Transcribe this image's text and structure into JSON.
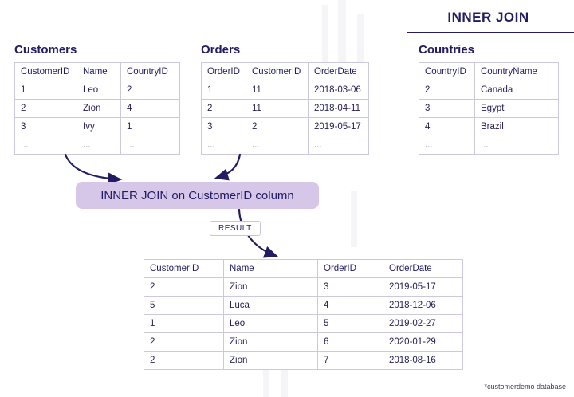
{
  "title": "INNER JOIN",
  "join_box": {
    "label": "INNER JOIN on CustomerID column"
  },
  "result_label": "RESULT",
  "footnote": "*customerdemo database",
  "colors": {
    "accent": "#211c63",
    "join_box_bg": "#d6c6e8",
    "table_border": "#cdc8de"
  },
  "tables": {
    "customers": {
      "name": "Customers",
      "headers": [
        "CustomerID",
        "Name",
        "CountryID"
      ],
      "rows": [
        [
          "1",
          "Leo",
          "2"
        ],
        [
          "2",
          "Zion",
          "4"
        ],
        [
          "3",
          "Ivy",
          "1"
        ],
        [
          "...",
          "...",
          "..."
        ]
      ]
    },
    "orders": {
      "name": "Orders",
      "headers": [
        "OrderID",
        "CustomerID",
        "OrderDate"
      ],
      "rows": [
        [
          "1",
          "11",
          "2018-03-06"
        ],
        [
          "2",
          "11",
          "2018-04-11"
        ],
        [
          "3",
          "2",
          "2019-05-17"
        ],
        [
          "...",
          "...",
          "..."
        ]
      ]
    },
    "countries": {
      "name": "Countries",
      "headers": [
        "CountryID",
        "CountryName"
      ],
      "rows": [
        [
          "2",
          "Canada"
        ],
        [
          "3",
          "Egypt"
        ],
        [
          "4",
          "Brazil"
        ],
        [
          "...",
          "..."
        ]
      ]
    },
    "result": {
      "name": "Result",
      "headers": [
        "CustomerID",
        "Name",
        "OrderID",
        "OrderDate"
      ],
      "rows": [
        [
          "2",
          "Zion",
          "3",
          "2019-05-17"
        ],
        [
          "5",
          "Luca",
          "4",
          "2018-12-06"
        ],
        [
          "1",
          "Leo",
          "5",
          "2019-02-27"
        ],
        [
          "2",
          "Zion",
          "6",
          "2020-01-29"
        ],
        [
          "2",
          "Zion",
          "7",
          "2018-08-16"
        ]
      ]
    }
  }
}
